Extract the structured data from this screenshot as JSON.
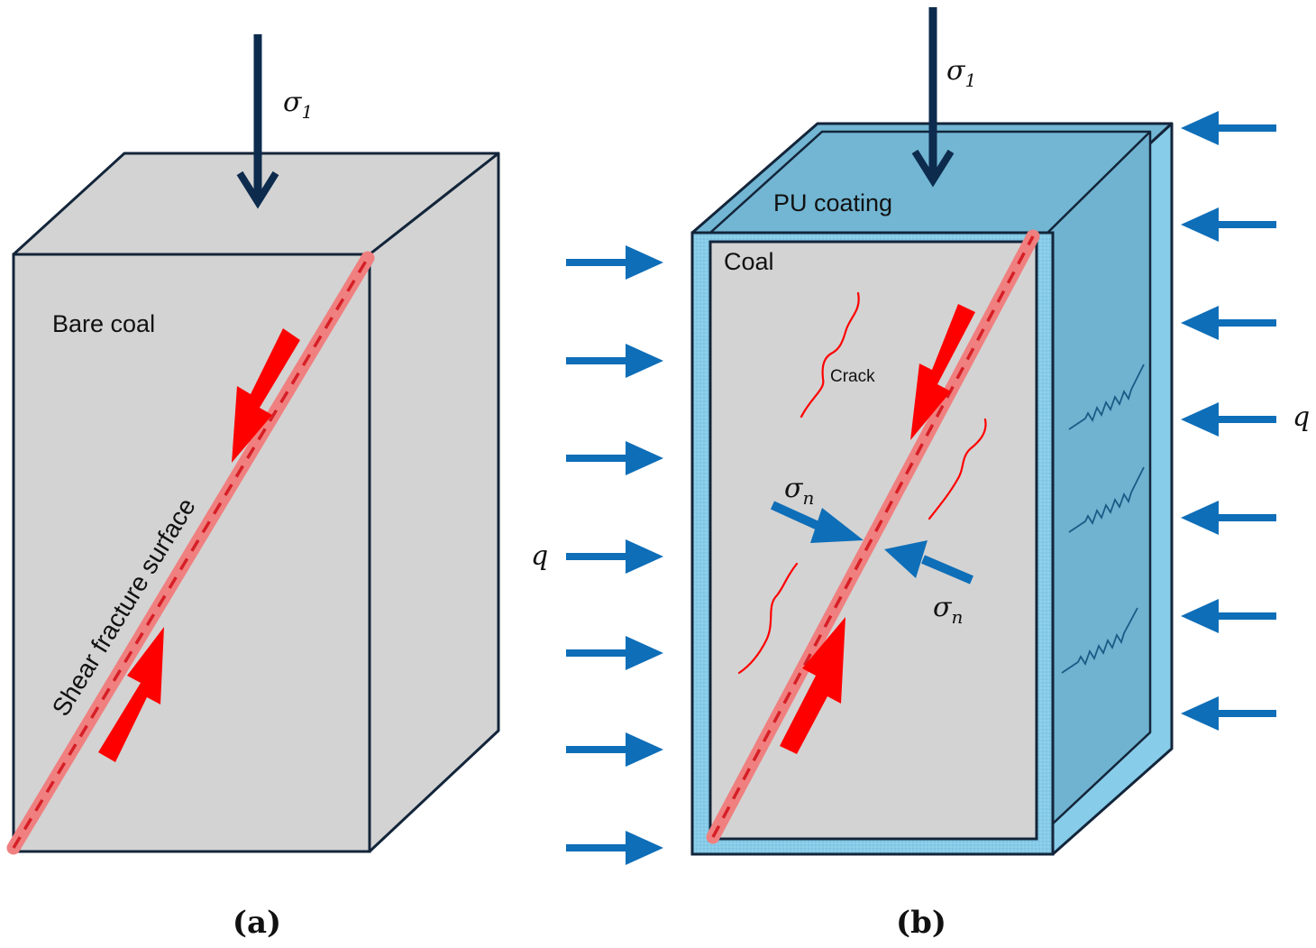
{
  "panel_a": {
    "caption": "(a)",
    "stress_label": "σ",
    "stress_sub": "1",
    "material_label": "Bare coal",
    "fracture_label": "Shear fracture surface"
  },
  "panel_b": {
    "caption": "(b)",
    "stress_label": "σ",
    "stress_sub": "1",
    "coating_label": "PU coating",
    "material_label": "Coal",
    "crack_label": "Crack",
    "normal_stress_label": "σ",
    "normal_stress_sub": "n",
    "confining_label": "q"
  },
  "confining_pressure_label": "q",
  "colors": {
    "coal": "#d3d3d3",
    "coating_top": "#72b6d3",
    "coating_side": "#6fb3d0",
    "coating_frame": "#87cce8",
    "arrow_blue": "#0e6eb8",
    "arrow_dark": "#0d2b4d",
    "fracture": "#f08080",
    "red": "#ff0000"
  }
}
